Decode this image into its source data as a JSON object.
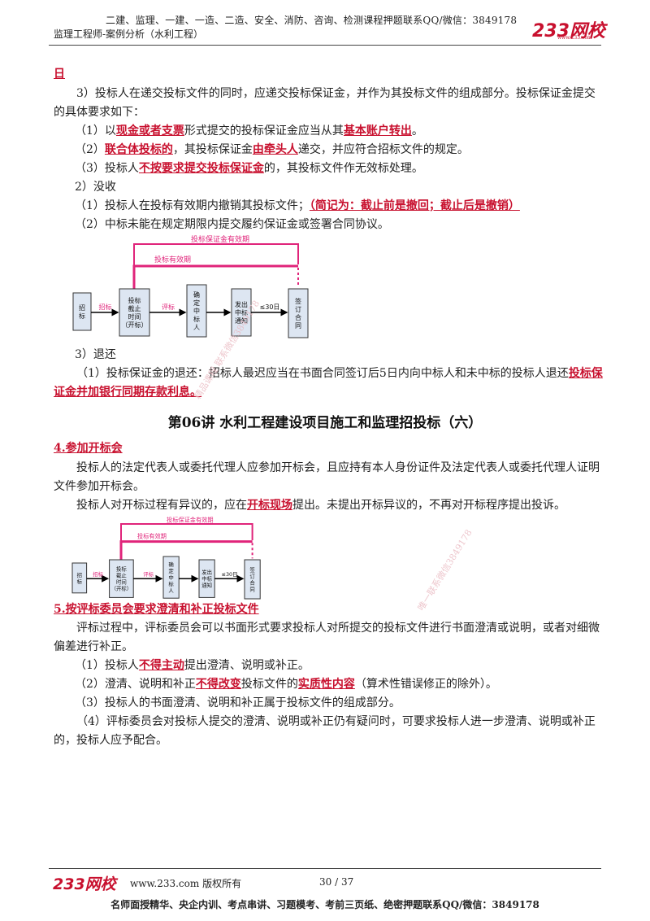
{
  "header": {
    "line1": "二建、监理、一建、一造、二造、安全、消防、咨询、检测课程押题联系QQ/微信：3849178",
    "line2": "监理工程师-案例分析（水利工程）",
    "logo": "233网校",
    "logo_url": "www.233.com"
  },
  "body": {
    "frag": "日",
    "p3": "3）投标人在递交投标文件的同时，应递交投标保证金，并作为其投标文件的组成部分。投标保证金提交的具体要求如下：",
    "i1": {
      "pre": "（1）以",
      "k1": "现金或者支票",
      "mid": "形式提交的投标保证金应当从其",
      "k2": "基本账户转出",
      "post": "。"
    },
    "i2": {
      "pre": "（2）",
      "k1": "联合体投标的",
      "mid": "，其投标保证金",
      "k2": "由牵头人",
      "post": "递交，并应符合招标文件的规定。"
    },
    "i3": {
      "pre": "（3）投标人",
      "k1": "不按要求提交投标保证金",
      "post": "的，其投标文件作无效标处理。"
    },
    "s2": "2）没收",
    "m1": {
      "pre": "（1）投标人在投标有效期内撤销其投标文件；",
      "k1": "（简记为：截止前是撤回；截止后是撤销）"
    },
    "m2": "（2）中标未能在规定期限内提交履约保证金或签署合同协议。",
    "s3": "3）退还",
    "r1": {
      "pre": "（1）投标保证金的退还：招标人最迟应当在书面合同签订后5日内向中标人和未中标的投标人退还",
      "k1": "投标保证金并加银行同期存款利息。"
    },
    "title": "第06讲  水利工程建设项目施工和监理招投标（六）",
    "sec4": "4.参加开标会",
    "p4a": "投标人的法定代表人或委托代理人应参加开标会，且应持有本人身份证件及法定代表人或委托代理人证明文件参加开标会。",
    "p4b": {
      "pre": "投标人对开标过程有异议的，应在",
      "k1": "开标现场",
      "post": "提出。未提出开标异议的，不再对开标程序提出投诉。"
    },
    "sec5": "5.按评标委员会要求澄清和补正投标文件",
    "p5": "评标过程中，评标委员会可以书面形式要求投标人对所提交的投标文件进行书面澄清或说明，或者对细微偏差进行补正。",
    "c1": {
      "pre": "（1）投标人",
      "k1": "不得主动",
      "post": "提出澄清、说明或补正。"
    },
    "c2": {
      "pre": "（2）澄清、说明和补正",
      "k1": "不得改变",
      "mid": "投标文件的",
      "k2": "实质性内容",
      "post": "（算术性错误修正的除外）。"
    },
    "c3": "（3）投标人的书面澄清、说明和补正属于投标文件的组成部分。",
    "c4": "（4）评标委员会对投标人提交的澄清、说明或补正仍有疑问时，可要求投标人进一步澄清、说明或补正的，投标人应予配合。"
  },
  "diagram": {
    "bar_outer": "投标保证金有效期",
    "bar_inner": "投标有效期",
    "boxes": [
      {
        "lines": [
          "招",
          "标"
        ]
      },
      {
        "lines": [
          "投标",
          "截止",
          "时间",
          "（开标）"
        ]
      },
      {
        "lines": [
          "确",
          "定",
          "中",
          "标",
          "人"
        ]
      },
      {
        "lines": [
          "发出",
          "中标",
          "通知"
        ]
      },
      {
        "lines": [
          "签",
          "订",
          "合",
          "同"
        ]
      }
    ],
    "arrows": [
      "招标",
      "评标",
      "",
      "≤30日"
    ],
    "colors": {
      "magenta": "#e0247a",
      "box": "#dde6f2",
      "arrow_label": "#e0247a"
    }
  },
  "watermarks": [
    "精品课程 联系微信3849178",
    "唯一联系微信3849178"
  ],
  "footer": {
    "logo": "233网校",
    "copyright": "www.233.com 版权所有",
    "page": "30 / 37",
    "line": "名师面授精华、央企内训、考点串讲、习题模考、考前三页纸、绝密押题联系QQ/微信：3849178"
  }
}
